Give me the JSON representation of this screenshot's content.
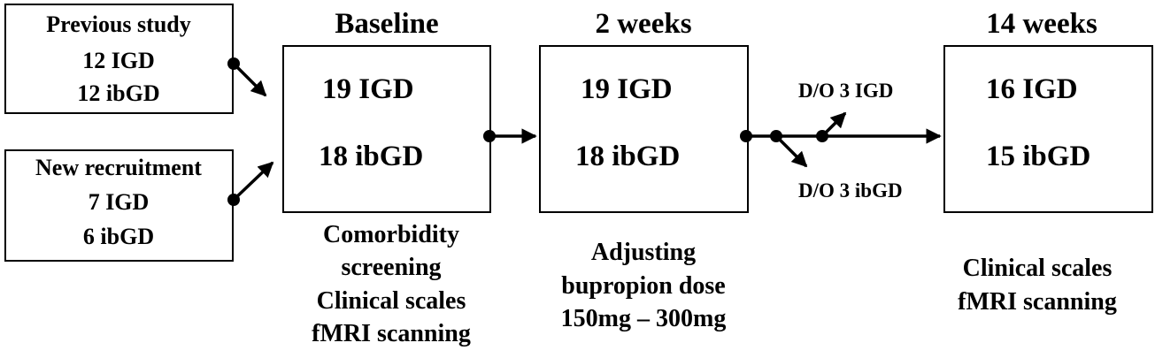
{
  "sources": {
    "previous": {
      "title": "Previous study",
      "igd": "12 IGD",
      "ibgd": "12 ibGD"
    },
    "new": {
      "title": "New recruitment",
      "igd": "7 IGD",
      "ibgd": "6 ibGD"
    }
  },
  "stages": {
    "baseline": {
      "header": "Baseline",
      "igd": "19 IGD",
      "ibgd": "18 ibGD",
      "notes": [
        "Comorbidity",
        "screening",
        "Clinical scales",
        "fMRI scanning"
      ]
    },
    "week2": {
      "header": "2 weeks",
      "igd": "19 IGD",
      "ibgd": "18 ibGD",
      "notes": [
        "Adjusting",
        "bupropion dose",
        "150mg – 300mg"
      ]
    },
    "week14": {
      "header": "14 weeks",
      "igd": "16 IGD",
      "ibgd": "15 ibGD",
      "notes": [
        "Clinical scales",
        "fMRI scanning"
      ]
    }
  },
  "dropouts": {
    "igd": "D/O 3 IGD",
    "ibgd": "D/O 3 ibGD"
  }
}
